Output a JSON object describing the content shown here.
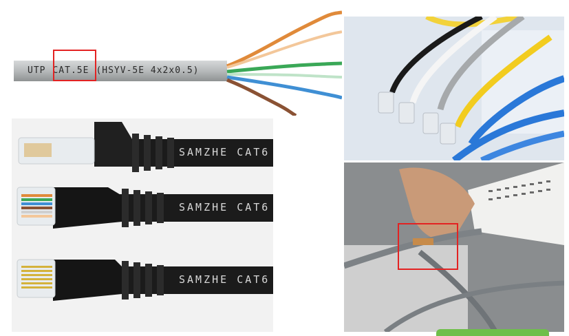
{
  "cable_print": {
    "utp": "UTP",
    "category": "CAT.5E",
    "spec": "(HSYV-5E 4x2x0.5)"
  },
  "cord_print": {
    "row1": "SAMZHE CAT6",
    "row2": "SAMZHE CAT6",
    "row3": "SAMZHE CAT6"
  },
  "colors": {
    "highlight": "#e32222",
    "cable_gray": "#b9bcbd",
    "cord_black": "#1b1b1b",
    "accent_green": "#6fbf4a"
  }
}
